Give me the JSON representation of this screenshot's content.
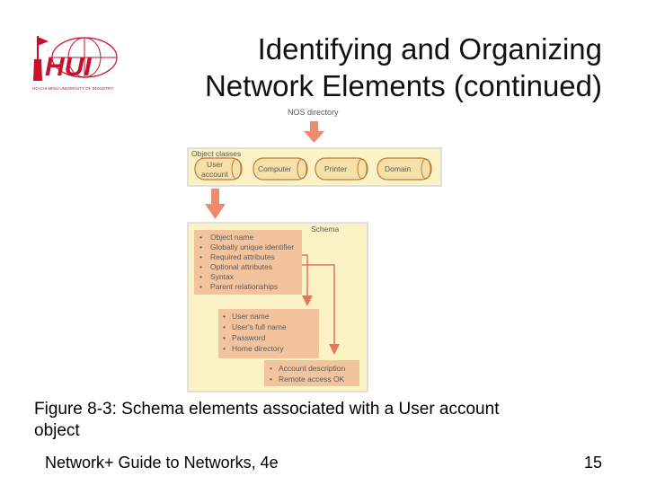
{
  "slide": {
    "title_line1": "Identifying and Organizing",
    "title_line2": "Network Elements (continued)",
    "caption_line1": "Figure 8-3: Schema elements associated with a User account",
    "caption_line2": "object",
    "footer": "Network+ Guide to Networks, 4e",
    "page_number": "15"
  },
  "logo": {
    "text": "HUI",
    "subtitle": "HO CHI MINH UNIVERSITY OF INDUSTRY",
    "color": "#c8102e"
  },
  "figure": {
    "nos_directory_label": "NOS directory",
    "object_classes_label": "Object classes",
    "classes": [
      {
        "line1": "User",
        "line2": "account"
      },
      {
        "line1": "Computer",
        "line2": ""
      },
      {
        "line1": "Printer",
        "line2": ""
      },
      {
        "line1": "Domain",
        "line2": ""
      }
    ],
    "schema_label": "Schema",
    "schema_items": [
      "Object name",
      "Globally unique identifier",
      "Required attributes",
      "Optional attributes",
      "Syntax",
      "Parent relationships"
    ],
    "required_items": [
      "User name",
      "User's full name",
      "Password",
      "Home directory"
    ],
    "optional_items": [
      "Account description",
      "Remote access OK"
    ],
    "colors": {
      "panel_bg": "#fbf3c6",
      "panel_border": "#d7d7d7",
      "cylinder": "#f5e0a8",
      "cylinder_border": "#c07a3c",
      "list_bg": "#f3c39e",
      "arrow": "#f08a6a",
      "text": "#5a5a5a"
    }
  }
}
